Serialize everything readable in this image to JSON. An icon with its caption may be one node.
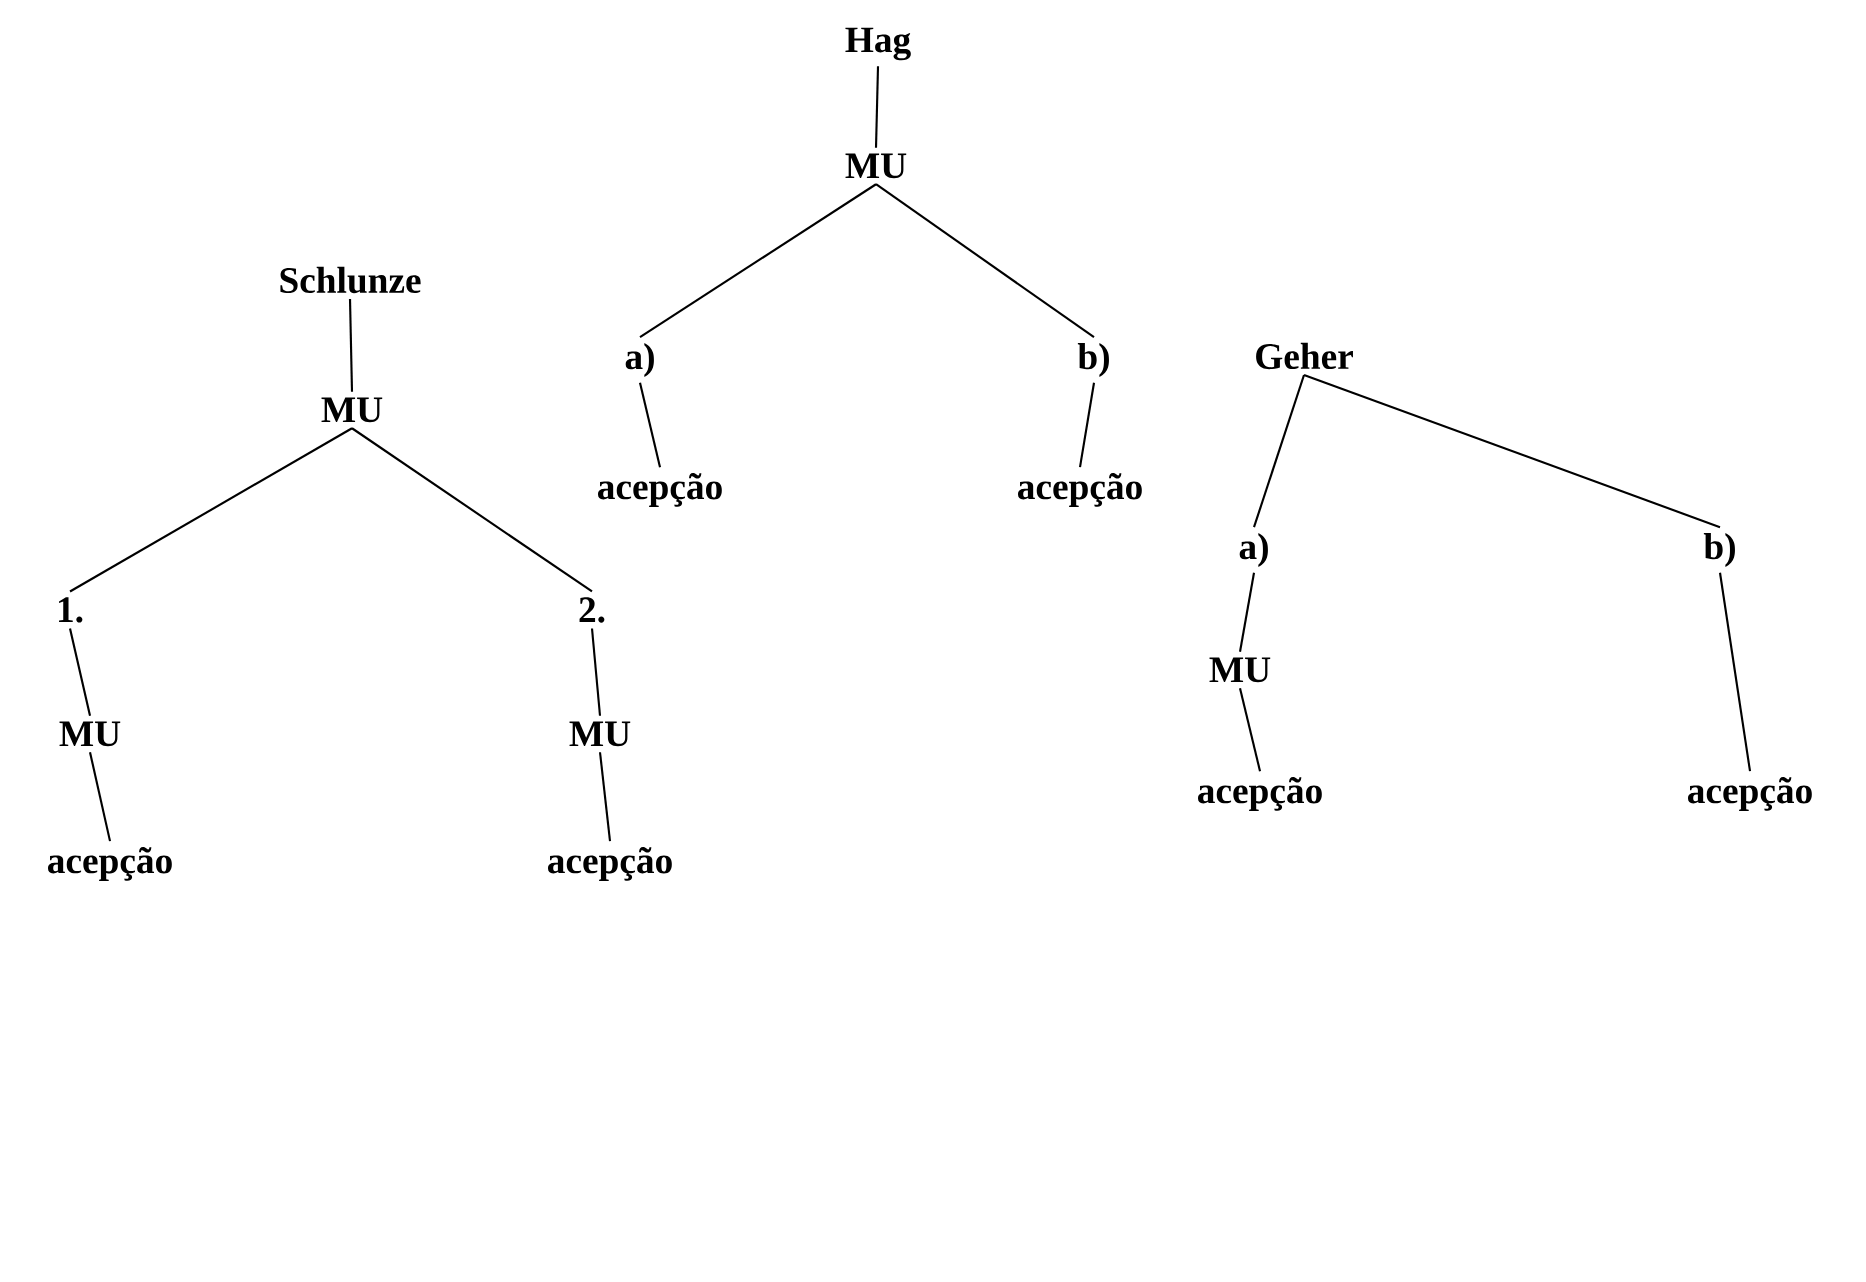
{
  "diagram": {
    "nodes": [
      {
        "text": [
          "Hag"
        ]
      },
      {
        "text": [
          "MU"
        ]
      },
      {
        "text": [
          "a)"
        ]
      },
      {
        "text": [
          "b)"
        ]
      },
      {
        "text": [
          "acepção"
        ]
      },
      {
        "text": [
          "acepção"
        ]
      },
      {
        "text": [
          "Schlunze"
        ]
      },
      {
        "text": [
          "MU"
        ]
      },
      {
        "text": [
          "1."
        ]
      },
      {
        "text": [
          "2."
        ]
      },
      {
        "text": [
          "MU"
        ]
      },
      {
        "text": [
          "MU"
        ]
      },
      {
        "text": [
          "acepção"
        ]
      },
      {
        "text": [
          "acepção"
        ]
      },
      {
        "text": [
          "Geher"
        ]
      },
      {
        "text": [
          "a)"
        ]
      },
      {
        "text": [
          "b)"
        ]
      },
      {
        "text": [
          "MU"
        ]
      },
      {
        "text": [
          "acepção"
        ]
      },
      {
        "text": [
          "acepção"
        ]
      }
    ],
    "edges": [
      {
        "from": 0,
        "to": 1,
        "arrow": "none"
      },
      {
        "from": 1,
        "to": 2,
        "arrow": "none"
      },
      {
        "from": 1,
        "to": 3,
        "arrow": "none"
      },
      {
        "from": 2,
        "to": 4,
        "arrow": "none"
      },
      {
        "from": 3,
        "to": 5,
        "arrow": "none"
      },
      {
        "from": 6,
        "to": 7,
        "arrow": "none"
      },
      {
        "from": 7,
        "to": 8,
        "arrow": "none"
      },
      {
        "from": 7,
        "to": 9,
        "arrow": "none"
      },
      {
        "from": 8,
        "to": 10,
        "arrow": "none"
      },
      {
        "from": 9,
        "to": 11,
        "arrow": "none"
      },
      {
        "from": 10,
        "to": 12,
        "arrow": "none"
      },
      {
        "from": 11,
        "to": 13,
        "arrow": "none"
      },
      {
        "from": 14,
        "to": 15,
        "arrow": "none"
      },
      {
        "from": 14,
        "to": 16,
        "arrow": "none"
      },
      {
        "from": 15,
        "to": 17,
        "arrow": "none"
      },
      {
        "from": 17,
        "to": 18,
        "arrow": "none"
      },
      {
        "from": 16,
        "to": 19,
        "arrow": "none"
      }
    ]
  }
}
